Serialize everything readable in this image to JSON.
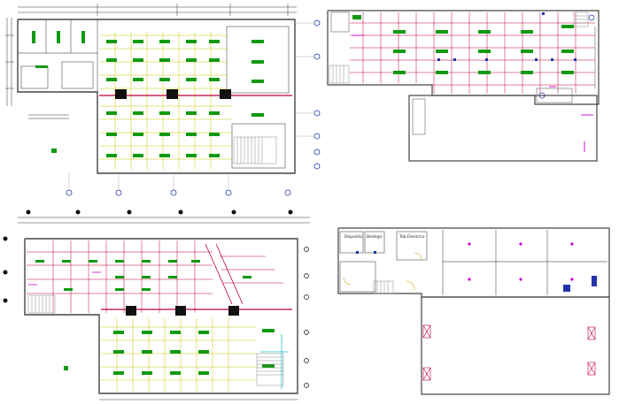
{
  "drawing": {
    "sheet_background": "#ffffff",
    "colors": {
      "wall": "#444444",
      "ceiling_grid_red": "#c0003a",
      "ceiling_grid_yellow": "#c8c800",
      "light_fixture_green": "#119911",
      "column_black": "#111111",
      "grid_bubble_blue": "#2233aa",
      "riser_purple": "#cc00cc",
      "stair_gray": "#888888",
      "extra_cyan": "#22bbcc"
    }
  },
  "plans": [
    {
      "id": "plan-top-left",
      "name": "",
      "labels": []
    },
    {
      "id": "plan-top-right",
      "name": "",
      "labels": []
    },
    {
      "id": "plan-bottom-left",
      "name": "",
      "labels": []
    },
    {
      "id": "plan-bottom-right",
      "name": "",
      "labels": [
        {
          "text": "Deposito"
        },
        {
          "text": "Bodega"
        },
        {
          "text": "Tab.Electrico"
        }
      ]
    }
  ]
}
